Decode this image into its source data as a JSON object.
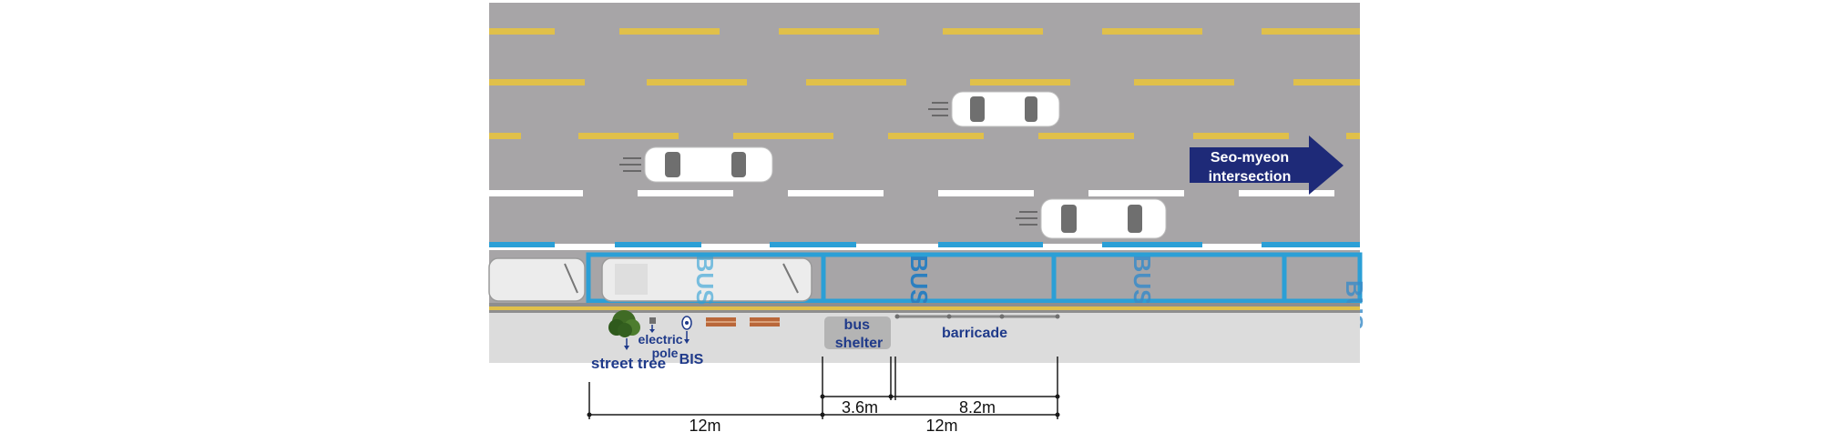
{
  "direction_sign": {
    "line1": "Seo-myeon",
    "line2": "intersection",
    "color": "#1e2a78"
  },
  "bus_lane_marking": "BUS",
  "colors": {
    "road": "#a7a5a7",
    "yellow_line": "#e0c04a",
    "bus_lane_blue": "#2b9fd6",
    "sidewalk": "#dcdcdc",
    "label_blue": "#1f3a8a"
  },
  "labels": {
    "street_tree": "street tree",
    "electric_pole": "electric\npole",
    "bis": "BIS",
    "bus_shelter": "bus\nshelter",
    "barricade": "barricade"
  },
  "dimensions": {
    "bottom_left": "12m",
    "bottom_right": "12m",
    "shelter_width": "3.6m",
    "barricade_length": "8.2m"
  }
}
